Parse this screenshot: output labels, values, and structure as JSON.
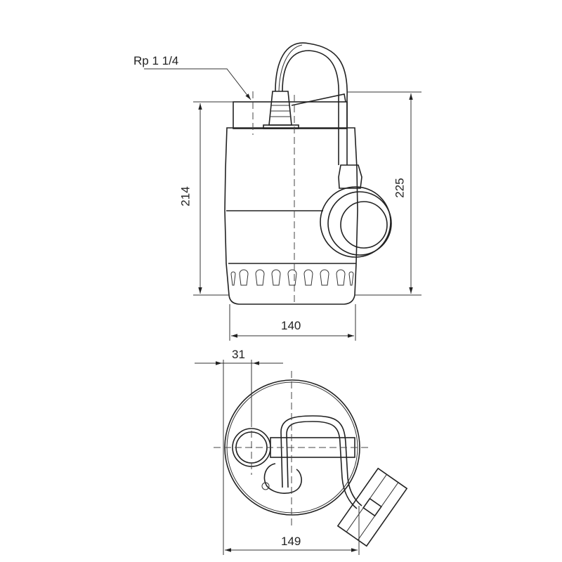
{
  "title": "Submersible pump dimension drawing",
  "dimensions": {
    "connection": "Rp 1 1/4",
    "height_body": "214",
    "height_total": "225",
    "width_side": "140",
    "outlet_offset": "31",
    "width_top": "149"
  },
  "colors": {
    "line": "#222222",
    "background": "#ffffff"
  }
}
